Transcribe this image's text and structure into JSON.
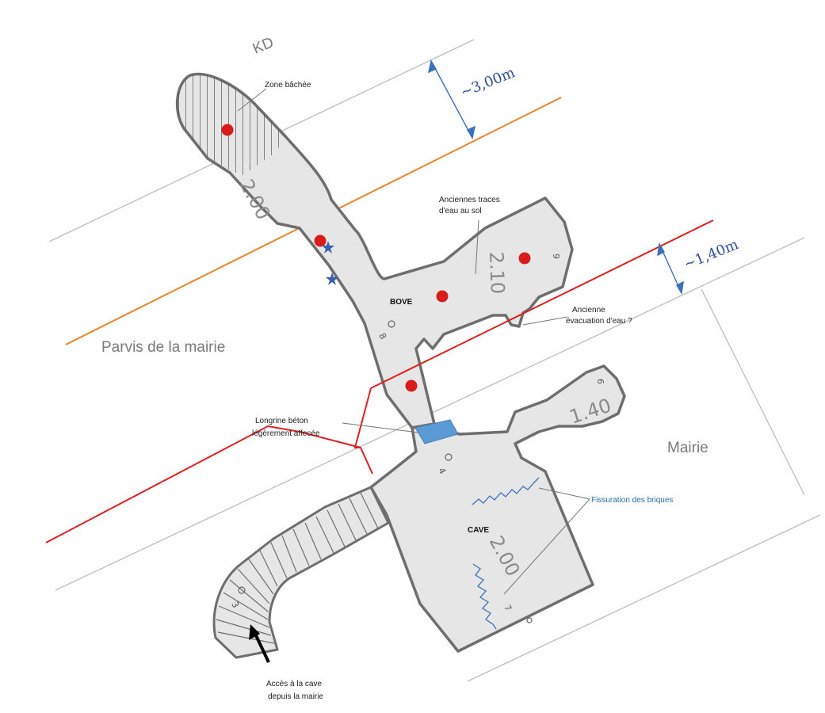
{
  "labels": {
    "top_cut": "KD",
    "zone_bachee": "Zone bâchée",
    "anciennes_traces_1": "Anciennes traces",
    "anciennes_traces_2": "d'eau au sol",
    "bove": "BOVE",
    "ancienne_evac_1": "Ancienne",
    "ancienne_evac_2": "évacuation d'eau ?",
    "parvis": "Parvis de la mairie",
    "mairie": "Mairie",
    "longrine_1": "Longrine béton",
    "longrine_2": "légèrement affecée",
    "fissuration": "Fissuration des briques",
    "cave": "CAVE",
    "acces_1": "Accès à la cave",
    "acces_2": "depuis la mairie"
  },
  "dimensions": {
    "d1": "~3,00m",
    "d2": "~1,40m"
  },
  "depths": {
    "bove_arm": "2.00",
    "bove_room": "2.10",
    "cave_ext": "1.40",
    "cave_room": "2.00"
  },
  "point_numbers": {
    "p9a": "9",
    "p8": "8",
    "p6": "6",
    "p4": "4",
    "p3": "3",
    "p7": "7"
  },
  "colors": {
    "red_line": "#e02020",
    "orange_line": "#e8852a",
    "blue_dim": "#3a6fbf",
    "floor": "#e6e6e6",
    "wall": "#6e6e6e",
    "marker_red": "#d81b1b",
    "star_blue": "#3a5fb0",
    "longrine": "#5b9bd5"
  }
}
